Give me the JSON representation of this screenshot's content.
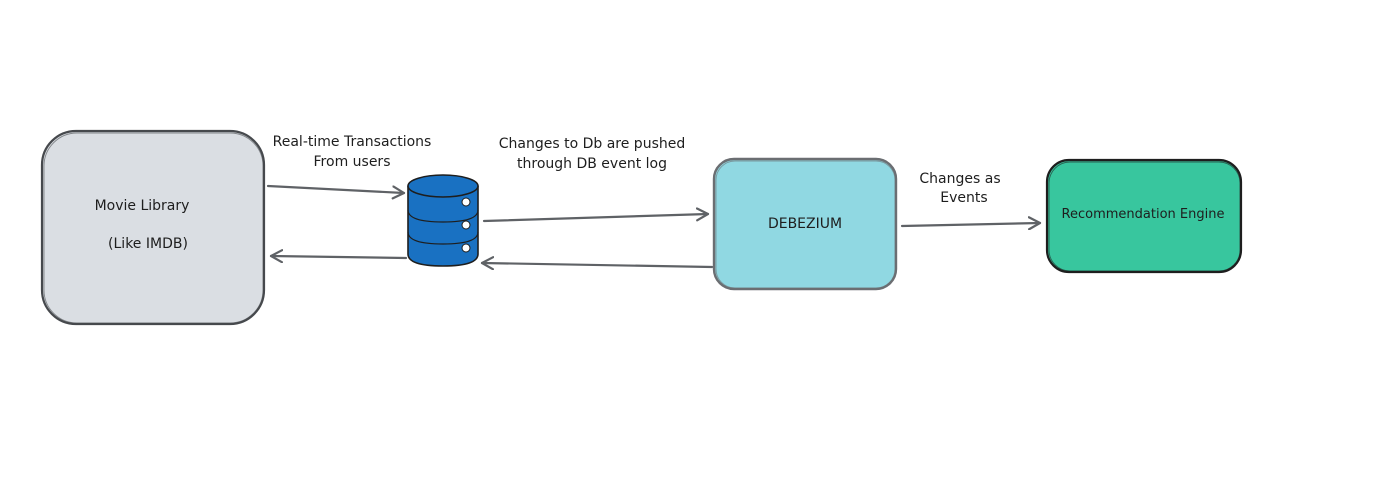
{
  "nodes": {
    "movie_library": {
      "line1": "Movie Library",
      "line2": "(Like IMDB)",
      "fill": "#dadee3"
    },
    "database": {
      "icon": "database-icon",
      "fill": "#1971c2"
    },
    "debezium": {
      "label": "DEBEZIUM",
      "fill": "#90d8e2"
    },
    "recommendation_engine": {
      "label": "Recommendation Engine",
      "fill": "#38c69e"
    }
  },
  "edges": {
    "transactions": {
      "line1": "Real-time Transactions",
      "line2": "From users"
    },
    "db_changes": {
      "line1": "Changes to Db are pushed",
      "line2": "through DB event log"
    },
    "events": {
      "line1": "Changes as",
      "line2": "Events"
    }
  },
  "colors": {
    "stroke": "#1e1e1e",
    "arrow": "#5f6266",
    "box_border": "#6b6e72"
  }
}
